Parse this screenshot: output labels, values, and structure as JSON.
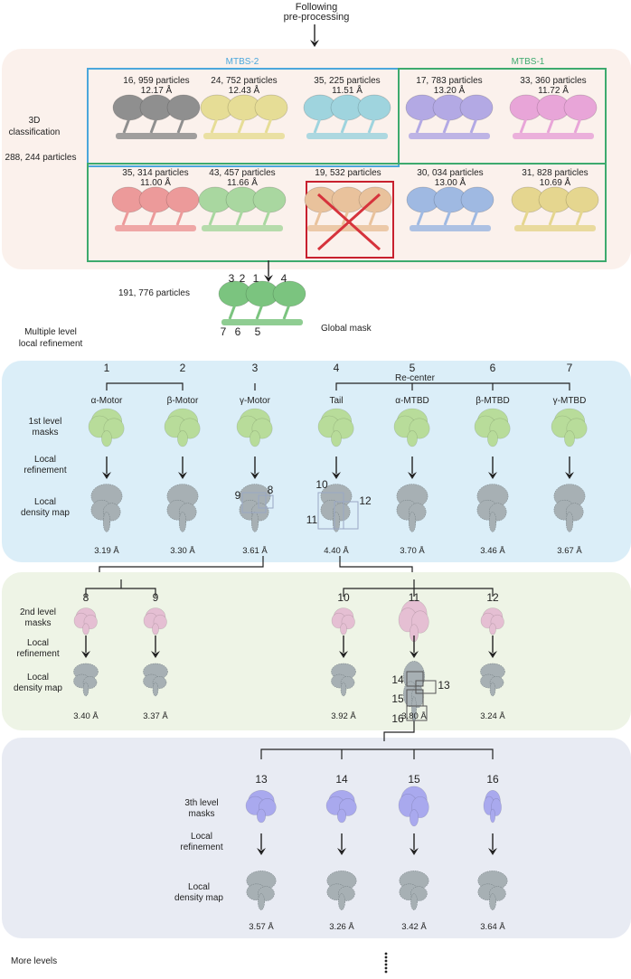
{
  "colors": {
    "panel_3d": "#fbf1ec",
    "panel_level1": "#dbeef8",
    "panel_level2": "#eef4e6",
    "panel_level3": "#e8ebf3",
    "mtbs2": "#4ba7dc",
    "mtbs1": "#3daa6e",
    "reject": "#c8202e",
    "arrow": "#222222"
  },
  "top": {
    "following": "Following",
    "preprocessing": "pre-processing"
  },
  "classification": {
    "label1": "3D",
    "label2": "classification",
    "total": "288, 244 particles",
    "mtbs2_label": "MTBS-2",
    "mtbs1_label": "MTBS-1",
    "classes": [
      {
        "particles": "16, 959 particles",
        "res": "12.17 Å",
        "color": "#8f8f8f"
      },
      {
        "particles": "24, 752 particles",
        "res": "12.43 Å",
        "color": "#e6dd96"
      },
      {
        "particles": "35, 225 particles",
        "res": "11.51 Å",
        "color": "#9fd4de"
      },
      {
        "particles": "17, 783 particles",
        "res": "13.20 Å",
        "color": "#b3a9e4"
      },
      {
        "particles": "33, 360 particles",
        "res": "11.72 Å",
        "color": "#e8a5d8"
      },
      {
        "particles": "35, 314 particles",
        "res": "11.00 Å",
        "color": "#ec9a9a"
      },
      {
        "particles": "43, 457 particles",
        "res": "11.66 Å",
        "color": "#a9d7a0"
      },
      {
        "particles": "19, 532 particles",
        "res": "",
        "color": "#e9c29c"
      },
      {
        "particles": "30, 034 particles",
        "res": "13.00 Å",
        "color": "#9fb9e2"
      },
      {
        "particles": "31, 828 particles",
        "res": "10.69 Å",
        "color": "#e5d68f"
      }
    ]
  },
  "global": {
    "particles": "191, 776 particles",
    "mask": "Global mask",
    "numbers": [
      "3",
      "2",
      "1",
      "4",
      "7",
      "6",
      "5"
    ],
    "multi1": "Multiple level",
    "multi2": "local refinement"
  },
  "level1": {
    "recenter": "Re-center",
    "masks_label": [
      "1st level",
      "masks"
    ],
    "refine_label": [
      "Local",
      "refinement"
    ],
    "density_label": [
      "Local",
      "density map"
    ],
    "columns": [
      {
        "num": "1",
        "name": "α-Motor",
        "res": "3.19 Å"
      },
      {
        "num": "2",
        "name": "β-Motor",
        "res": "3.30 Å"
      },
      {
        "num": "3",
        "name": "γ-Motor",
        "res": "3.61 Å"
      },
      {
        "num": "4",
        "name": "Tail",
        "res": "4.40 Å"
      },
      {
        "num": "5",
        "name": "α-MTBD",
        "res": "3.70 Å"
      },
      {
        "num": "6",
        "name": "β-MTBD",
        "res": "3.46 Å"
      },
      {
        "num": "7",
        "name": "γ-MTBD",
        "res": "3.67 Å"
      }
    ],
    "sub_labels": [
      "9",
      "8",
      "10",
      "12",
      "11"
    ]
  },
  "level2": {
    "masks_label": [
      "2nd level",
      "masks"
    ],
    "refine_label": [
      "Local",
      "refinement"
    ],
    "density_label": [
      "Local",
      "density map"
    ],
    "columns": [
      {
        "num": "8",
        "res": "3.40 Å"
      },
      {
        "num": "9",
        "res": "3.37 Å"
      },
      {
        "num": "10",
        "res": "3.92 Å"
      },
      {
        "num": "11",
        "res": "3.80 Å"
      },
      {
        "num": "12",
        "res": "3.24 Å"
      }
    ],
    "sub_labels": [
      "14",
      "13",
      "15",
      "16"
    ]
  },
  "level3": {
    "masks_label": [
      "3th level",
      "masks"
    ],
    "refine_label": [
      "Local",
      "refinement"
    ],
    "density_label": [
      "Local",
      "density map"
    ],
    "columns": [
      {
        "num": "13",
        "res": "3.57 Å"
      },
      {
        "num": "14",
        "res": "3.26 Å"
      },
      {
        "num": "15",
        "res": "3.42 Å"
      },
      {
        "num": "16",
        "res": "3.64 Å"
      }
    ]
  },
  "more_levels": "More levels"
}
